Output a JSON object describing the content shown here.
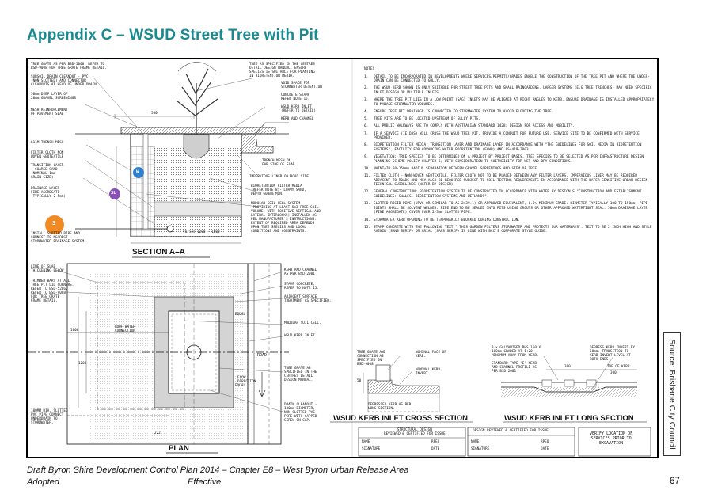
{
  "page": {
    "title": "Appendix C – WSUD Street Tree with Pit",
    "source": "Source: Brisbane City Council",
    "footer_line1": "Draft Byron Shire Development Control Plan 2014 – Chapter E8 – West Byron Urban Release Area",
    "footer_status": "Adopted",
    "footer_effective": "Effective",
    "page_number": "67"
  },
  "drawing": {
    "section_title": "SECTION A–A",
    "plan_title": "PLAN",
    "cross_section_title": "WSUD KERB INLET CROSS SECTION",
    "long_section_title": "WSUD KERB INLET LONG SECTION",
    "section_labels": {
      "tree_grate": "TREE GRATE AS PER BSD-5008. REFER TO\nBSD-9008 FOR TREE GRATE FRAME DETAIL.",
      "subsoil": "SUBSOIL DRAIN CLEANOUT - PVC\n(NON SLOTTED) AND CONNECTOR\nCLEANOUTS AT HEAD OF UNDER-DRAIN.",
      "screenings": "50mm DEEP LAYER OF\n20mm GRAVEL SCREENINGS",
      "mesh": "MESH REINFORCEMENT\nOF PAVEMENT SLAB",
      "trench_mesh": "L11M TRENCH MESH",
      "filter_cloth": "FILTER CLOTH NON\nWOVEN GEOTEXTILE",
      "transition": "TRANSITION LAYER\n- COARSE SAND\n(NOMINAL 1mm\nGRAIN SIZE)",
      "drainage": "DRAINAGE LAYER -\nFINE AGGREGATE\n(TYPICALLY 2-5mm)",
      "slotted": "INSTALL SLOTTED PIPE AND\nCONNECT TO NEAREST\nSTORMWATER DRAINAGE SYSTEM.",
      "tree_spec": "TREE AS SPECIFIED IN THE CENTRES\nDETAIL DESIGN MANUAL. ENSURE\nSPECIES IS SUITABLE FOR PLANTING\nIN BIORETENTION MEDIA.",
      "void": "VOID SPACE FOR\nSTORMWATER DETENTION",
      "stamp": "CONCRETE STAMP\nREFER NOTE 15.",
      "kerb_inlet": "WSUD KERB INLET\n(REFER TO DETAIL)",
      "kerb_channel": "KERB AND CHANNEL",
      "trench_far": "TRENCH MESH ON\nFAR SIDE OF SLAB.",
      "liner": "IMPERVIOUS LINER ON ROAD SIDE.",
      "filter_media": "BIORETENTION FILTER MEDIA\n(REFER NOTE 8)- LOAMY SAND,\nDEPTH 600mm MIN.",
      "modular": "MODULAR SOIL CELL SYSTEM\n(PROVIDING AT LEAST 5m3 FREE SOIL\nVOLUME, WITH POSITIVE VERTICAL AND\nLATERAL INTERLOCKS) INSTALLED AS\nPER MANUFACTURER'S INSTRUCTIONS.\nEXTENT OF REQUIRED AREA DEPENDS\nUPON TREE SPECIES AND LOCAL\nCONDITIONS AND CONSTRAINTS.",
      "varies": "varies 1200 - 1600",
      "dim_500": "500"
    },
    "plan_labels": {
      "line_slab": "LINE OF SLAB\nTHICKENING BELOW",
      "trimmer": "TRIMMER BARS AT ALL\nTREE PIT LID CORNERS.\nREFER TO BSD-5206.\nREFER TO BSD-9008\nFOR TREE GRATE\nFRAME DETAIL.",
      "roof_water": "ROOF WATER\nCONNECTION",
      "upvc": "100MM DIA. SLOTTED\nPVC PIPE CONNECT\nUNDERDRAIN TO\nSTORMWATER.",
      "kerb_channel_bsd": "KERB AND CHANNEL\nAS PER BSD-2001",
      "stamp_concrete": "STAMP CONCRETE,\nREFER TO NOTE 15.",
      "adjacent": "ADJACENT SURFACE\nTREATMENT AS SPECIFIED.",
      "modular_cell": "MODULAR SOIL CELL.",
      "kerb_inlet": "WSUD KERB INLET.",
      "tree_grate": "TREE GRATE AS\nSPECIFIED IN THE\nCENTRES DETAIL\nDESIGN MANUAL.",
      "drain_cleanout": "DRAIN CLEANOUT -\n100mm DIAMETER,\nNON-SLOTTED PVC\nPIPE WITH CAPPED\nSCREW ON CAP.",
      "road": "ROAD",
      "flow": "FLOW\nDIRECTION",
      "equal1": "EQUAL",
      "equal2": "EQUAL",
      "dim_1600": "1600",
      "dim_1200": "1200",
      "dim_222": "222"
    },
    "inlet_labels": {
      "tree_grate": "TREE GRATE AND\nCONNECTION AS\nSPECIFIED ON\nBSD-9008",
      "nominal_face": "NOMINAL FACE OF\nKERB.",
      "nominal_invert": "NOMINAL KERB\nINVERT.",
      "depressed": "DEPRESSED KERB AS PER\nLONG SECTION.",
      "galvanised": "3 x GALVANISED RHS 150 X\n100mm GRADED AT 1:20\nMINIMUM AWAY FROM KERB.",
      "standard_type": "STANDARD TYPE 'E' KERB\nAND CHANNEL PROFILE AS\nPER BSD-2001",
      "depress_kerb": "DEPRESS KERB INVERT BY\n50mm. TRANSITION TO\nKERB INVERT LEVEL AT\nBOTH ENDS.",
      "top_kerb": "TOP OF KERB.",
      "d300a": "300",
      "d300b": "300",
      "d50": "50"
    },
    "notes": {
      "heading": "NOTES",
      "items": [
        {
          "n": "1.",
          "t": "DETAIL TO BE INCORPORATED IN DEVELOPMENTS WHERE SERVICES/PERMITS/GRADES ENABLE THE CONSTRUCTION OF THE TREE PIT AND WHERE THE UNDER-DRAIN CAN BE CONNECTED TO GULLY."
        },
        {
          "n": "2.",
          "t": "THE WSUD KERB SHOWN IS ONLY SUITABLE FOR STREET TREE PITS AND SMALL RAINGARDENS. LARGER SYSTEMS (E.G TREE TRENCHES) MAY NEED SPECIFIC INLET DESIGN OR MULTIPLE INLETS."
        },
        {
          "n": "3.",
          "t": "WHERE THE TREE PIT LIES IN A LOW POINT (SAG) INLETS MAY BE ALIGNED AT RIGHT ANGLES TO KERB. ENSURE DRAINAGE IS INSTALLED APPROPRIATELY TO MANAGE STORMWATER VOLUMES."
        },
        {
          "n": "4.",
          "t": "ENSURE TREE PIT DRAINAGE IS CONNECTED TO STORMWATER SYSTEM TO AVOID FLOODING THE TREE."
        },
        {
          "n": "5.",
          "t": "TREE PITS ARE TO BE LOCATED UPSTREAM OF GULLY PITS."
        },
        {
          "n": "6.",
          "t": "ALL PUBLIC WALKWAYS ARE TO COMPLY WITH AUSTRALIAN STANDARD 1428: DESIGN FOR ACCESS AND MOBILITY."
        },
        {
          "n": "7.",
          "t": "IF A SERVICE (IE DAS) WILL CROSS THE WSUD TREE PIT, PROVIDE A CONDUIT FOR FUTURE USE. SERVICE SIZE TO BE CONFIRMED WITH SERVICE PROVIDER."
        },
        {
          "n": "8.",
          "t": "BIORETENTION FILTER MEDIA, TRANSITION LAYER AND DRAINAGE LAYER IN ACCORDANCE WITH \"THE GUIDELINES FOR SOIL MEDIA IN BIORETENTION SYSTEMS\", FACILITY FOR ADVANCING WATER BIORETENTION (FAWB) AND AS4419-2003."
        },
        {
          "n": "9.",
          "t": "VEGETATION: TREE SPECIES TO BE DETERMINED ON A PROJECT BY PROJECT BASIS. TREE SPECIES TO BE SELECTED AS PER INFRASTRUCTURE DESIGN PLANNING SCHEME POLICY CHAPTER 5, WITH CONSIDERATION TO SUITABILITY FOR WET AND DRY CONDITIONS."
        },
        {
          "n": "10.",
          "t": "MAINTAIN 50-150mm RADIUS SEPARATION BETWEEN GRAVEL SCREENINGS AND STEM OF TREE."
        },
        {
          "n": "11.",
          "t": "FILTER CLOTH - NON-WOVEN GEOTEXTILE. FILTER CLOTH NOT TO BE PLACED BETWEEN ANY FILTER LAYERS. IMPERVIOUS LINER MAY BE REQUIRED ADJACENT TO ROADS AND MAY ALSO BE REQUIRED SUBJECT TO SOIL TESTING REQUIREMENTS IN ACCORDANCE WITH THE WATER SENSITIVE URBAN DESIGN TECHNICAL GUIDELINES (WATER BY DESIGN)."
        },
        {
          "n": "12.",
          "t": "GENERAL CONSTRUCTION: BIORETENTION SYSTEM TO BE CONSTRUCTED IN ACCORDANCE WITH WATER BY DESIGN'S \"CONSTRUCTION AND ESTABLISHMENT GUIDELINES: SWALES, BIORETENTION SYSTEMS AND WETLANDS\"."
        },
        {
          "n": "13.",
          "t": "SLOTTED RIGID PIPE (UPVC OR SIMILAR TO AS 2439.1) OR APPROVED EQUIVALENT, 0.5% MINIMUM GRADE. DIAMETER TYPICALLY 100 TO 150mm. PIPE JOINTS SHALL BE SOLVENT WELDED. PIPE END TO BE SEALED INTO PITS USING GROUTS OR OTHER APPROVED WATERTIGHT SEAL. 50mm DRAINAGE LAYER (FINE AGGREGATE) COVER OVER 2-3mm SLOTTED PIPE."
        },
        {
          "n": "14.",
          "t": "STORMWATER KERB OPENING TO BE TEMPORARILY BLOCKED DURING CONSTRUCTION."
        },
        {
          "n": "15.",
          "t": "STAMP CONCRETE WITH THE FOLLOWING TEXT \" THIS GARDEN FILTERS STORMWATER AND PROTECTS OUR WATERWAYS\". TEXT TO BE 2 INCH HIGH AND STYLE AVENIR (SANS SERIF) OR ARIAL (SANS SERIF) IN LINE WITH BCC'S CORPORATE STYLE GUIDE."
        }
      ]
    },
    "title_block": {
      "structural_design": "STRUCTURAL DESIGN\nREVIEWED & CERTIFIED FOR ISSUE",
      "design_reviewed": "DESIGN REVIEWED & CERTIFIED FOR ISSUE",
      "verify": "VERIFY LOCATION OF\nSERVICES PRIOR TO\nEXCAVATION",
      "name": "NAME",
      "signature": "SIGNATURE",
      "rpeq": "RPEQ",
      "date": "DATE"
    },
    "badges": [
      {
        "letter": "W",
        "color": "#2f7fd0"
      },
      {
        "letter": "SL",
        "color": "#8a52b8"
      },
      {
        "letter": "S",
        "color": "#f08a24"
      }
    ]
  }
}
